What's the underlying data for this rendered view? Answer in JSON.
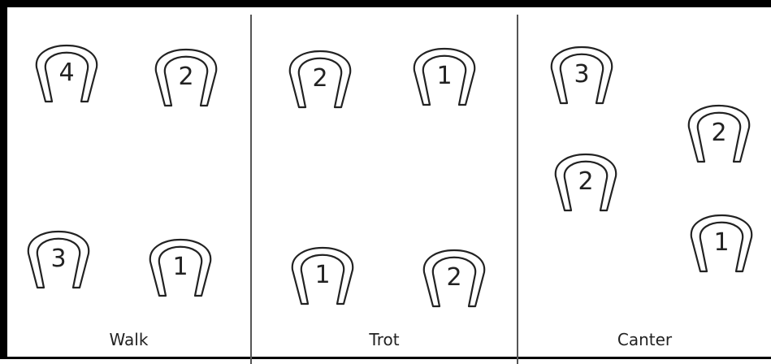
{
  "panels": [
    {
      "label": "Walk",
      "hoofprints": [
        "4",
        "2",
        "3",
        "1"
      ]
    },
    {
      "label": "Trot",
      "hoofprints": [
        "2",
        "1",
        "1",
        "2"
      ]
    },
    {
      "label": "Canter",
      "hoofprints": [
        "3",
        "2",
        "2",
        "1"
      ]
    }
  ]
}
